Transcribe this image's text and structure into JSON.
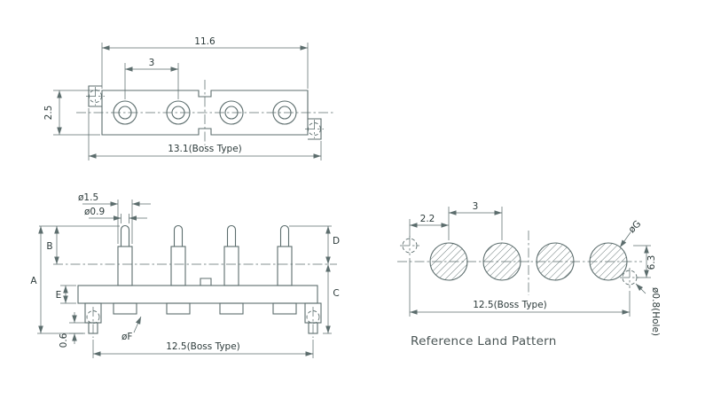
{
  "colors": {
    "background": "#ffffff",
    "line": "#5c6d6d",
    "dimension_text": "#2c3a3a",
    "caption_text": "#4a5555"
  },
  "views": {
    "top_view": {
      "dim_body_width": "11.6",
      "dim_pitch": "3",
      "dim_body_height": "2.5",
      "dim_overall": "13.1(Boss Type)"
    },
    "side_view": {
      "dim_barrel_dia": "ø1.5",
      "dim_plunger_dia": "ø0.9",
      "dim_b": "B",
      "dim_a": "A",
      "dim_e": "E",
      "dim_boss_height": "0.6",
      "dim_base_dia": "øF",
      "dim_d": "D",
      "dim_c": "C",
      "dim_overall": "12.5(Boss Type)"
    },
    "land_pattern": {
      "caption": "Reference Land Pattern",
      "dim_hole_to_pad": "2.2",
      "dim_pitch": "3",
      "dim_pad_dia": "øG",
      "dim_vertical_offset": "6.3",
      "dim_hole_dia": "ø0.8(Hole)",
      "dim_overall": "12.5(Boss Type)"
    }
  }
}
